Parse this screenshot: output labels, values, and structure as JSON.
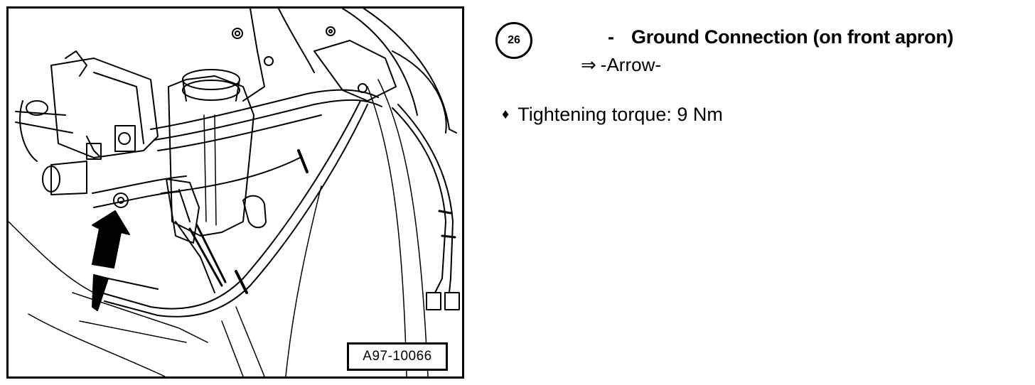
{
  "figure": {
    "reference_code": "A97-10066"
  },
  "item": {
    "number": "26",
    "dash": "-",
    "title": "Ground Connection (on front apron)",
    "arrow_symbol": "⇒",
    "arrow_text": "-Arrow-"
  },
  "spec": {
    "bullet": "♦",
    "text": "Tightening torque: 9 Nm"
  }
}
